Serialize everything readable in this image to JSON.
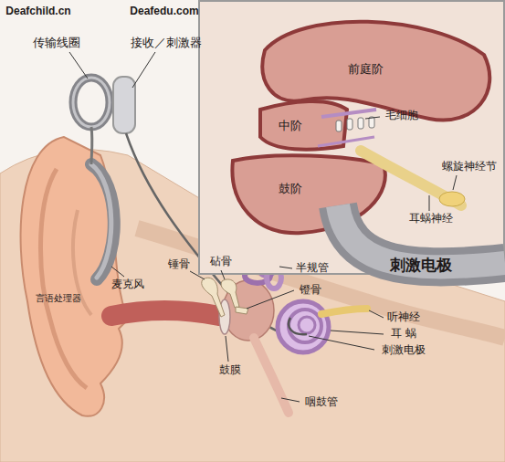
{
  "diagram": {
    "labels": [
      "Deafchild.cn",
      "Deafedu.com",
      "传输线圈",
      "接收／刺激器",
      "前庭阶",
      "中阶",
      "毛细胞",
      "鼓阶",
      "螺旋神经节",
      "耳蜗神经",
      "刺激电极",
      "言语处理器",
      "麦克风",
      "锤骨",
      "砧骨",
      "半规管",
      "镫骨",
      "听神经",
      "耳 蜗",
      "刺激电极",
      "鼓膜",
      "咽鼓管"
    ]
  }
}
